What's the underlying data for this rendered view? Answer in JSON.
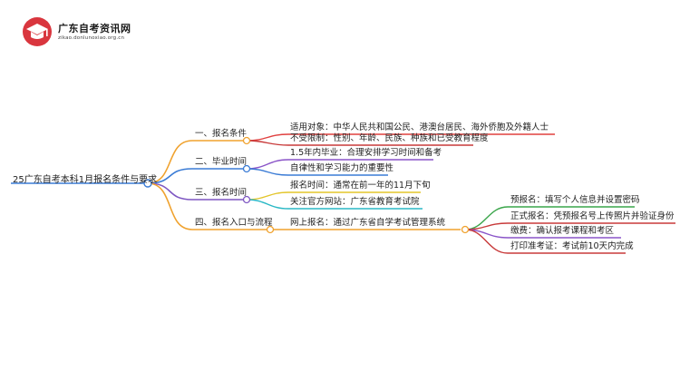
{
  "logo": {
    "name": "广东自考资讯网",
    "domain": "zikao.donlunoxiao.org.cn"
  },
  "root": "25广东自考本科1月报名条件与要求",
  "branches": [
    {
      "label": "一、报名条件",
      "color": "#f0a22e",
      "leaves": [
        {
          "text": "适用对象：中华人民共和国公民、港澳台居民、海外侨胞及外籍人士",
          "color": "#e0403f"
        },
        {
          "text": "不受限制：性别、年龄、民族、种族和已受教育程度",
          "color": "#c83a3a"
        }
      ]
    },
    {
      "label": "二、毕业时间",
      "color": "#3a7bd5",
      "leaves": [
        {
          "text": "1.5年内毕业：合理安排学习时间和备考",
          "color": "#8a54c8"
        },
        {
          "text": "自律性和学习能力的重要性",
          "color": "#3a7bd5"
        }
      ]
    },
    {
      "label": "三、报名时间",
      "color": "#7e57c2",
      "leaves": [
        {
          "text": "报名时间：通常在前一年的11月下旬",
          "color": "#e3c52a"
        },
        {
          "text": "关注官方网站：广东省教育考试院",
          "color": "#2ab8c5"
        }
      ]
    },
    {
      "label": "四、报名入口与流程",
      "color": "#f0a22e",
      "leaves": [
        {
          "text": "网上报名：通过广东省自学考试管理系统",
          "color": "#f0a22e"
        }
      ]
    }
  ],
  "sub": [
    {
      "text": "预报名：填写个人信息并设置密码",
      "color": "#3aa54a"
    },
    {
      "text": "正式报名：凭预报名号上传照片并验证身份",
      "color": "#c83a3a"
    },
    {
      "text": "缴费：确认报考课程和考区",
      "color": "#8a54c8"
    },
    {
      "text": "打印准考证：考试前10天内完成",
      "color": "#c83a3a"
    }
  ]
}
